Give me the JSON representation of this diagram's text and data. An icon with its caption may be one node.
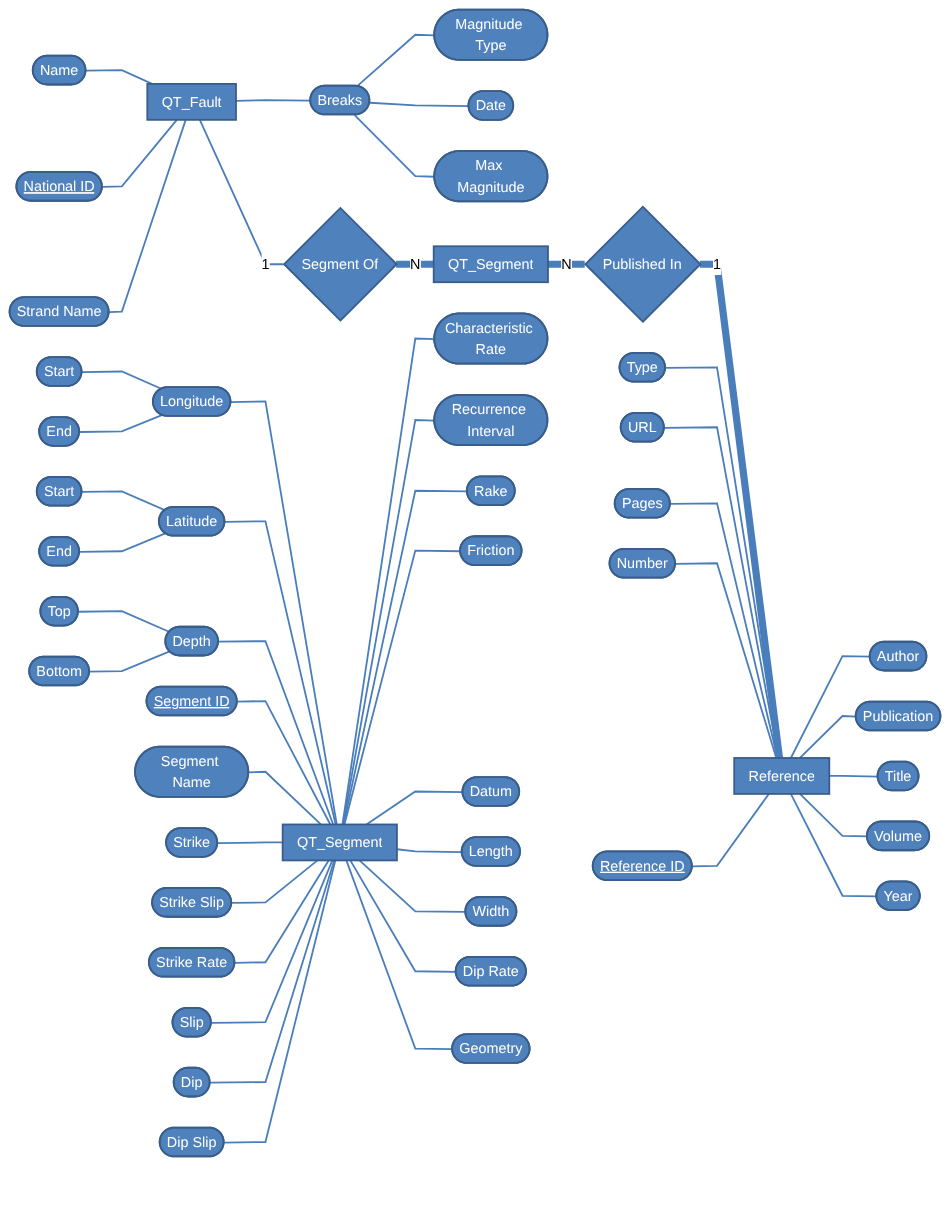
{
  "diagram": {
    "nodes": [
      {
        "text": [
          "Name"
        ]
      },
      {
        "text": [
          "National ID"
        ]
      },
      {
        "text": [
          "Magnitude Type"
        ]
      },
      {
        "text": [
          "Date"
        ]
      },
      {
        "text": [
          "Strand Name"
        ]
      },
      {
        "text": [
          "QT_Fault"
        ]
      },
      {
        "text": [
          "Breaks"
        ]
      },
      {
        "text": [
          "Max Magnitude"
        ]
      },
      {
        "text": [
          "Segment Of"
        ]
      },
      {
        "text": [
          "QT_Segment"
        ]
      },
      {
        "text": [
          "Published In"
        ]
      },
      {
        "text": [
          "Type"
        ]
      },
      {
        "text": [
          "Author"
        ]
      },
      {
        "text": [
          "URL"
        ]
      },
      {
        "text": [
          "Publication"
        ]
      },
      {
        "text": [
          "Reference"
        ]
      },
      {
        "text": [
          "Pages"
        ]
      },
      {
        "text": [
          "Title"
        ]
      },
      {
        "text": [
          "Number"
        ]
      },
      {
        "text": [
          "Reference ID"
        ]
      },
      {
        "text": [
          "Volume"
        ]
      },
      {
        "text": [
          "Year"
        ]
      },
      {
        "text": [
          "Start"
        ]
      },
      {
        "text": [
          "End"
        ]
      },
      {
        "text": [
          "Start"
        ]
      },
      {
        "text": [
          "End"
        ]
      },
      {
        "text": [
          "Top"
        ]
      },
      {
        "text": [
          "Bottom"
        ]
      },
      {
        "text": [
          "Longitude"
        ]
      },
      {
        "text": [
          "Latitude"
        ]
      },
      {
        "text": [
          "Depth"
        ]
      },
      {
        "text": [
          "Characteristic Rate"
        ]
      },
      {
        "text": [
          "Recurrence Interval"
        ]
      },
      {
        "text": [
          "Segment ID"
        ]
      },
      {
        "text": [
          "Segment Name"
        ]
      },
      {
        "text": [
          "QT_Segment"
        ]
      },
      {
        "text": [
          "Rake"
        ]
      },
      {
        "text": [
          "Strike"
        ]
      },
      {
        "text": [
          "Friction"
        ]
      },
      {
        "text": [
          "Strike Slip"
        ]
      },
      {
        "text": [
          "Datum"
        ]
      },
      {
        "text": [
          "Strike Rate"
        ]
      },
      {
        "text": [
          "Length"
        ]
      },
      {
        "text": [
          "Slip"
        ]
      },
      {
        "text": [
          "Width"
        ]
      },
      {
        "text": [
          "Dip"
        ]
      },
      {
        "text": [
          "Dip Slip"
        ]
      },
      {
        "text": [
          "Dip Rate"
        ]
      },
      {
        "text": [
          "Geometry"
        ]
      }
    ],
    "edges": [
      {
        "from": 0,
        "to": 5,
        "arrow": "none"
      },
      {
        "from": 1,
        "to": 5,
        "arrow": "none"
      },
      {
        "from": 4,
        "to": 5,
        "arrow": "none"
      },
      {
        "from": 5,
        "to": 6,
        "arrow": "none"
      },
      {
        "from": 6,
        "to": 2,
        "arrow": "none"
      },
      {
        "from": 6,
        "to": 3,
        "arrow": "none"
      },
      {
        "from": 6,
        "to": 7,
        "arrow": "none"
      },
      {
        "from": 5,
        "to": 8,
        "arrow": "none",
        "label": "1"
      },
      {
        "from": 8,
        "to": 9,
        "arrow": "none",
        "label": "N",
        "style": "thick"
      },
      {
        "from": 9,
        "to": 10,
        "arrow": "none",
        "label": "N",
        "style": "thick"
      },
      {
        "from": 10,
        "to": 15,
        "arrow": "none",
        "label": "1",
        "style": "thick"
      },
      {
        "from": 11,
        "to": 15,
        "arrow": "none"
      },
      {
        "from": 15,
        "to": 12,
        "arrow": "none"
      },
      {
        "from": 13,
        "to": 15,
        "arrow": "none"
      },
      {
        "from": 15,
        "to": 14,
        "arrow": "none"
      },
      {
        "from": 16,
        "to": 15,
        "arrow": "none"
      },
      {
        "from": 15,
        "to": 17,
        "arrow": "none"
      },
      {
        "from": 18,
        "to": 15,
        "arrow": "none"
      },
      {
        "from": 19,
        "to": 15,
        "arrow": "none"
      },
      {
        "from": 15,
        "to": 20,
        "arrow": "none"
      },
      {
        "from": 15,
        "to": 21,
        "arrow": "none"
      },
      {
        "from": 22,
        "to": 28,
        "arrow": "none"
      },
      {
        "from": 23,
        "to": 28,
        "arrow": "none"
      },
      {
        "from": 24,
        "to": 29,
        "arrow": "none"
      },
      {
        "from": 25,
        "to": 29,
        "arrow": "none"
      },
      {
        "from": 26,
        "to": 30,
        "arrow": "none"
      },
      {
        "from": 27,
        "to": 30,
        "arrow": "none"
      },
      {
        "from": 28,
        "to": 35,
        "arrow": "none"
      },
      {
        "from": 29,
        "to": 35,
        "arrow": "none"
      },
      {
        "from": 30,
        "to": 35,
        "arrow": "none"
      },
      {
        "from": 35,
        "to": 31,
        "arrow": "none"
      },
      {
        "from": 35,
        "to": 32,
        "arrow": "none"
      },
      {
        "from": 33,
        "to": 35,
        "arrow": "none"
      },
      {
        "from": 34,
        "to": 35,
        "arrow": "none"
      },
      {
        "from": 35,
        "to": 36,
        "arrow": "none"
      },
      {
        "from": 37,
        "to": 35,
        "arrow": "none"
      },
      {
        "from": 35,
        "to": 38,
        "arrow": "none"
      },
      {
        "from": 39,
        "to": 35,
        "arrow": "none"
      },
      {
        "from": 35,
        "to": 40,
        "arrow": "none"
      },
      {
        "from": 41,
        "to": 35,
        "arrow": "none"
      },
      {
        "from": 35,
        "to": 42,
        "arrow": "none"
      },
      {
        "from": 43,
        "to": 35,
        "arrow": "none"
      },
      {
        "from": 35,
        "to": 44,
        "arrow": "none"
      },
      {
        "from": 45,
        "to": 35,
        "arrow": "none"
      },
      {
        "from": 46,
        "to": 35,
        "arrow": "none"
      },
      {
        "from": 35,
        "to": 47,
        "arrow": "none"
      },
      {
        "from": 35,
        "to": 48,
        "arrow": "none"
      }
    ]
  }
}
